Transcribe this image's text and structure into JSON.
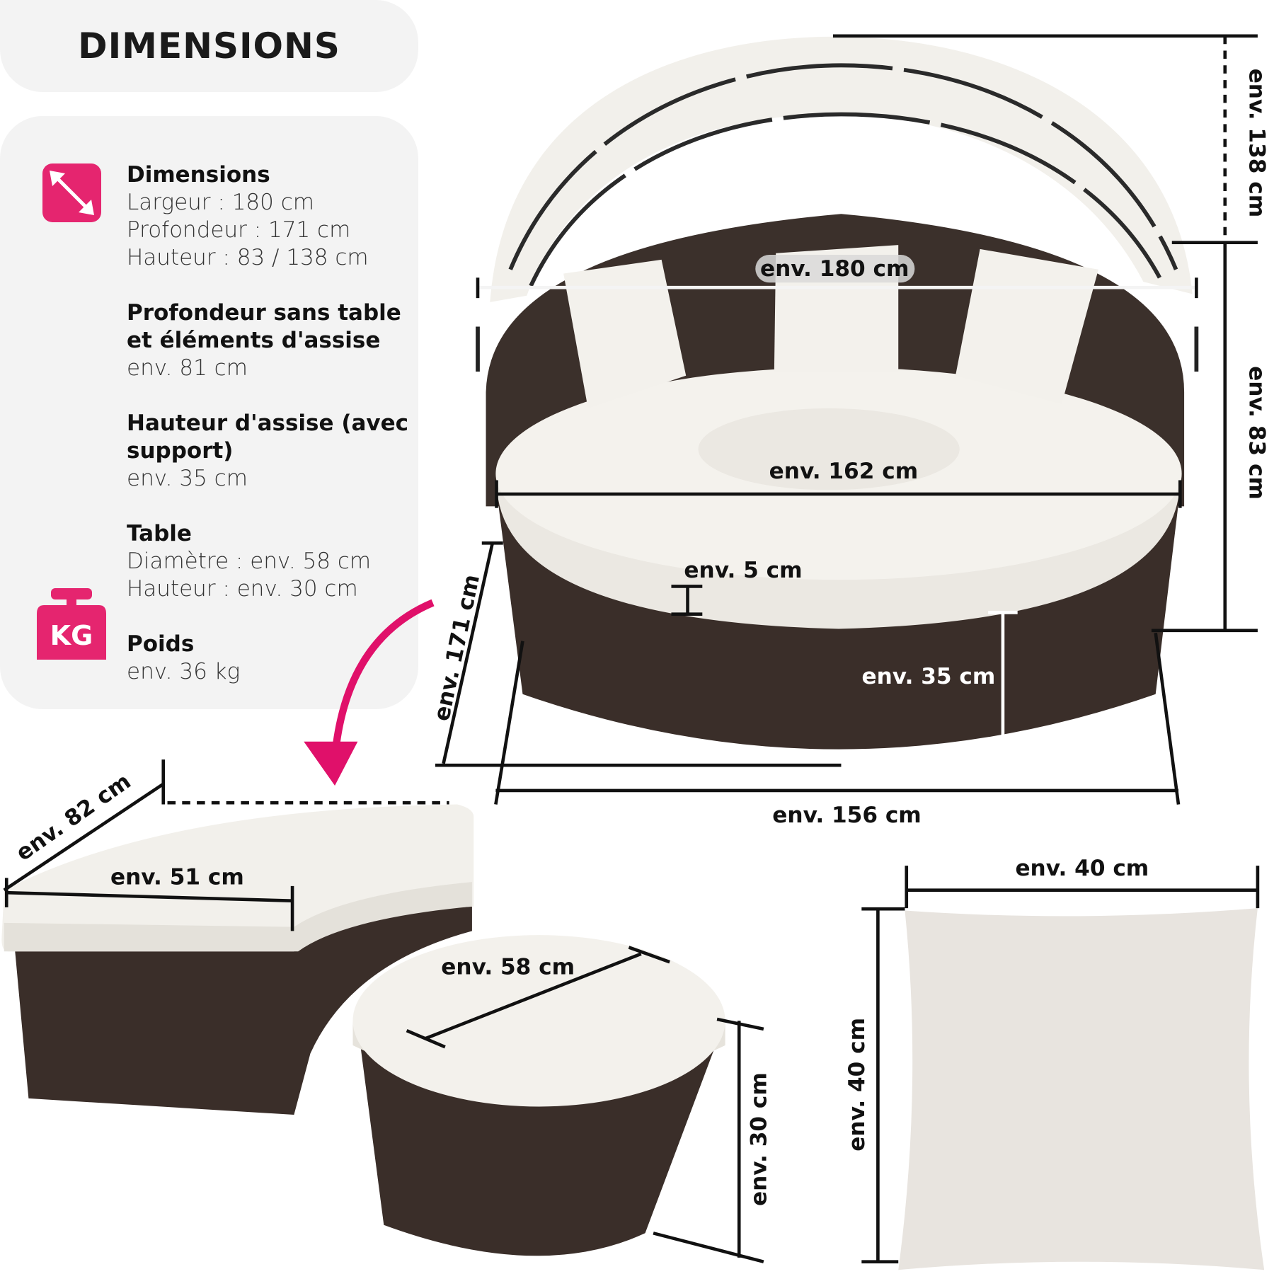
{
  "title": "DIMENSIONS",
  "specs": [
    {
      "heading": [
        "Dimensions"
      ],
      "lines": [
        "Largeur : 180 cm",
        "Profondeur : 171 cm",
        "Hauteur : 83 / 138 cm"
      ]
    },
    {
      "heading": [
        "Profondeur sans table",
        "et éléments d'assise"
      ],
      "lines": [
        "env. 81 cm"
      ]
    },
    {
      "heading": [
        "Hauteur d'assise (avec",
        "support)"
      ],
      "lines": [
        "env. 35 cm"
      ]
    },
    {
      "heading": [
        "Table"
      ],
      "lines": [
        "Diamètre : env. 58 cm",
        "Hauteur : env. 30 cm"
      ]
    },
    {
      "heading": [
        "Poids"
      ],
      "lines": [
        "env. 36 kg"
      ]
    }
  ],
  "icons": {
    "dimensions": "diagonal-arrows-icon",
    "weight": "kg-weight-icon",
    "weight_text": "KG"
  },
  "accent_color": "#e5256f",
  "daybed_labels": {
    "width_top": "env. 180 cm",
    "seat_width": "env. 162 cm",
    "cushion_thickness": "env. 5 cm",
    "depth": "env. 171 cm",
    "seat_height": "env. 35 cm",
    "base_width": "env. 156 cm",
    "height_canopy": "env. 138 cm",
    "height_back": "env. 83 cm"
  },
  "bench_labels": {
    "depth": "env. 82 cm",
    "width": "env. 51 cm"
  },
  "table_labels": {
    "diameter": "env. 58 cm",
    "height": "env. 30 cm"
  },
  "pillow_labels": {
    "width": "env. 40 cm",
    "height": "env. 40 cm"
  }
}
